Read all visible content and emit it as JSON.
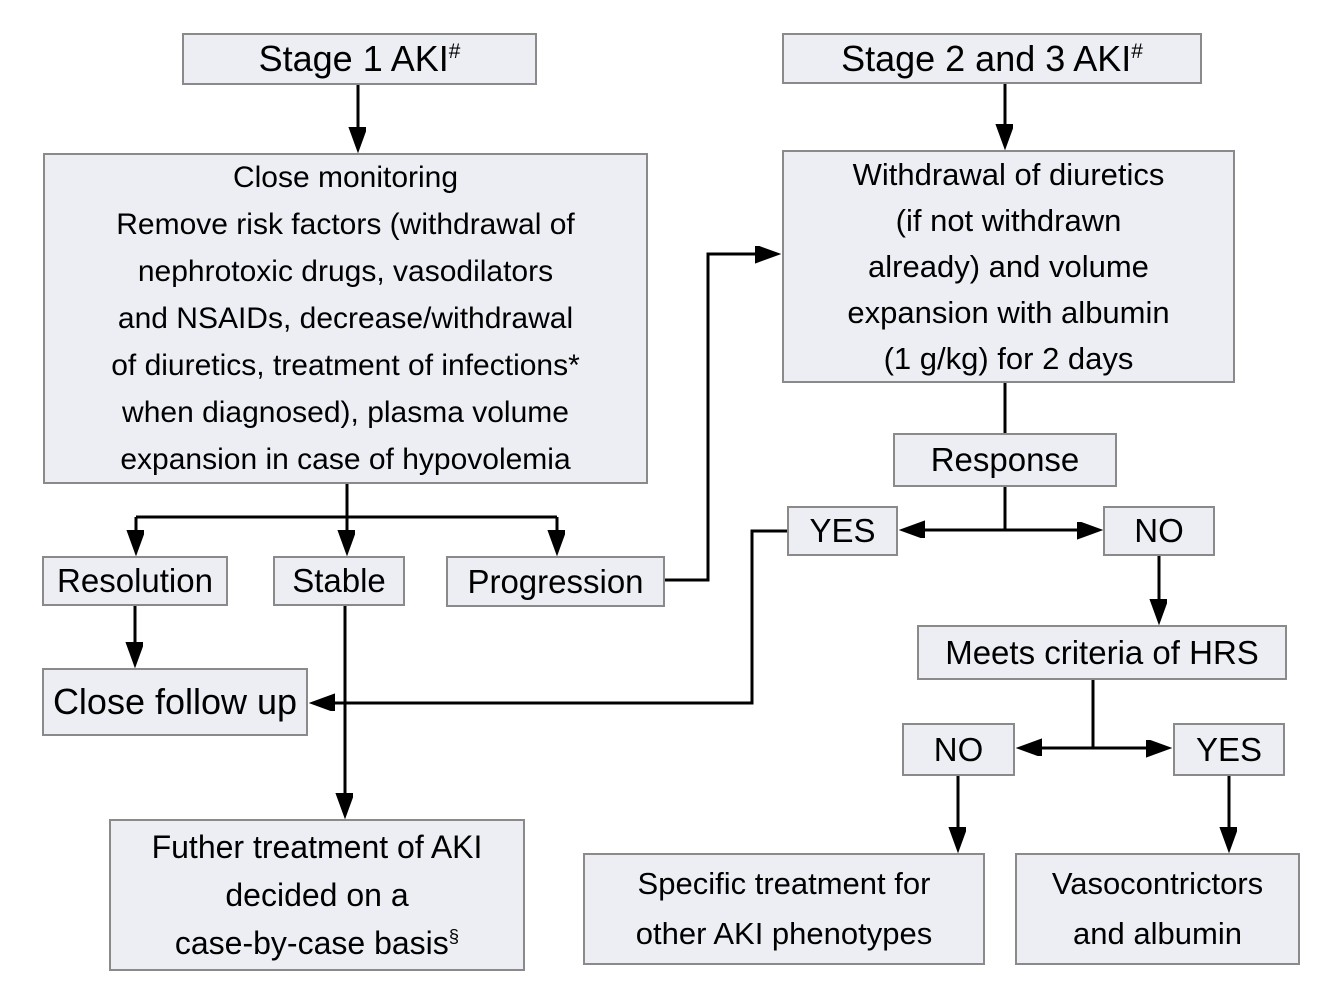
{
  "colors": {
    "background": "#ffffff",
    "node_fill": "#eceef3",
    "node_border": "#8a8a8a",
    "line": "#000000",
    "text": "#000000"
  },
  "nodes": {
    "stage1": {
      "label": "Stage 1 AKI",
      "superscript": "#"
    },
    "stage23": {
      "label": "Stage 2 and 3 AKI",
      "superscript": "#"
    },
    "monitoring": {
      "label": "Close monitoring\nRemove risk factors (withdrawal of\nnephrotoxic drugs, vasodilators\nand NSAIDs, decrease/withdrawal\nof diuretics, treatment of infections*\nwhen diagnosed), plasma volume\nexpansion in case of hypovolemia"
    },
    "withdrawal": {
      "label": "Withdrawal of diuretics\n(if not withdrawn\nalready) and volume\nexpansion with albumin\n(1 g/kg) for 2 days"
    },
    "response": {
      "label": "Response"
    },
    "response_yes": {
      "label": "YES"
    },
    "response_no": {
      "label": "NO"
    },
    "resolution": {
      "label": "Resolution"
    },
    "stable": {
      "label": "Stable"
    },
    "progression": {
      "label": "Progression"
    },
    "close_follow": {
      "label": "Close follow up"
    },
    "meets_hrs": {
      "label": "Meets criteria of HRS"
    },
    "hrs_no": {
      "label": "NO"
    },
    "hrs_yes": {
      "label": "YES"
    },
    "further": {
      "label": "Futher treatment of AKI\ndecided on a\ncase-by-case basis",
      "superscript": "§"
    },
    "specific": {
      "label": "Specific treatment for\nother AKI phenotypes"
    },
    "vaso": {
      "label": "Vasocontrictors\nand albumin"
    }
  },
  "edges": [
    {
      "from": "stage1",
      "to": "monitoring"
    },
    {
      "from": "stage23",
      "to": "withdrawal"
    },
    {
      "from": "monitoring",
      "to": "resolution"
    },
    {
      "from": "monitoring",
      "to": "stable"
    },
    {
      "from": "monitoring",
      "to": "progression"
    },
    {
      "from": "progression",
      "to": "withdrawal"
    },
    {
      "from": "withdrawal",
      "to": "response"
    },
    {
      "from": "response",
      "to": "response_yes"
    },
    {
      "from": "response",
      "to": "response_no"
    },
    {
      "from": "response_yes",
      "to": "close_follow"
    },
    {
      "from": "response_no",
      "to": "meets_hrs"
    },
    {
      "from": "meets_hrs",
      "to": "hrs_no"
    },
    {
      "from": "meets_hrs",
      "to": "hrs_yes"
    },
    {
      "from": "hrs_no",
      "to": "specific"
    },
    {
      "from": "hrs_yes",
      "to": "vaso"
    },
    {
      "from": "resolution",
      "to": "close_follow"
    },
    {
      "from": "stable",
      "to": "further"
    }
  ]
}
